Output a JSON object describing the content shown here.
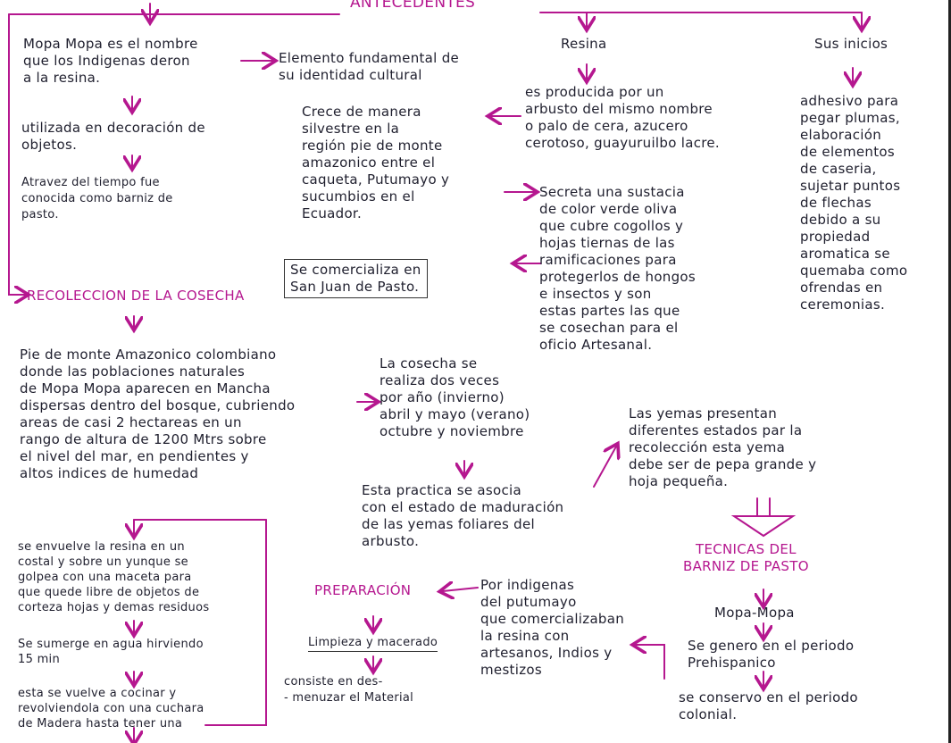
{
  "header": {
    "title": "ANTECEDENTES"
  },
  "antecedentes": {
    "mopa_name": "Mopa Mopa es el nombre\nque los Indigenas deron\na la resina.",
    "fundamental": "Elemento fundamental de\nsu identidad cultural",
    "utilizada": "utilizada en decoración de\nobjetos.",
    "atraves": "Atravez del tiempo fue\nconocida como barniz de\npasto."
  },
  "resina": {
    "title": "Resina",
    "producida": "es producida por un\narbusto del mismo nombre\no palo de cera, azucero\ncerotoso, guayuruilbo lacre.",
    "crece": "Crece de manera\nsilvestre en la\nregión pie de monte\namazonico entre el\ncaqueta, Putumayo y\nsucumbios en el\nEcuador.",
    "secreta": "Secreta una sustacia\nde color verde oliva\nque cubre cogollos y\nhojas tiernas de las\nramificaciones para\nprotegerlos de hongos\ne insectos y son\nestas partes las que\nse cosechan para el\noficio Artesanal.",
    "comercializa": "Se comercializa en\nSan Juan de Pasto."
  },
  "inicios": {
    "title": "Sus inicios",
    "text": "adhesivo para\npegar plumas,\nelaboración\nde elementos\nde caseria,\nsujetar puntos\nde flechas\ndebido a su\npropiedad\naromatica se\nquemaba como\nofrendas en\nceremonias."
  },
  "recoleccion": {
    "title": "RECOLECCION DE LA COSECHA",
    "pie": "Pie de monte Amazonico colombiano\ndonde las poblaciones naturales\nde Mopa Mopa aparecen en Mancha\ndispersas dentro del bosque, cubriendo\nareas de casi 2 hectareas en un\nrango de altura de 1200 Mtrs sobre\nel nivel del mar, en pendientes y\naltos indices de humedad",
    "cosecha": "La cosecha se\nrealiza dos veces\npor año (invierno)\nabril y mayo (verano)\noctubre y noviembre",
    "practica": "Esta practica se asocia\ncon el estado de maduración\nde las yemas foliares del\narbusto.",
    "yemas": "Las yemas presentan\ndiferentes estados par la\nrecolección esta yema\ndebe ser de pepa grande y\nhoja pequeña."
  },
  "preparacion": {
    "title": "PREPARACIÓN",
    "indigenas": "Por indigenas\ndel putumayo\nque comercializaban\nla resina con\nartesanos, Indios y\nmestizos",
    "limpieza": "Limpieza y macerado",
    "consiste": "consiste en des-\n- menuzar el Material",
    "envuelve": "se envuelve la resina en un\ncostal y sobre un yunque se\ngolpea con una maceta para\nque quede libre de objetos de\ncorteza hojas y demas residuos",
    "sumerge": "Se sumerge en agua hirviendo\n15 min",
    "cocinar": "esta se vuelve a cocinar y\nrevolviendola con una cuchara\nde Madera hasta tener una"
  },
  "tecnicas": {
    "title": "TECNICAS DEL\nBARNIZ DE PASTO",
    "mopa": "Mopa-Mopa",
    "genero": "Se genero en el periodo\nPrehispanico",
    "conservo": "se conservo en el periodo\ncolonial."
  },
  "colors": {
    "accent": "#b5178f",
    "ink": "#1f1f2e",
    "paper": "#ffffff"
  }
}
